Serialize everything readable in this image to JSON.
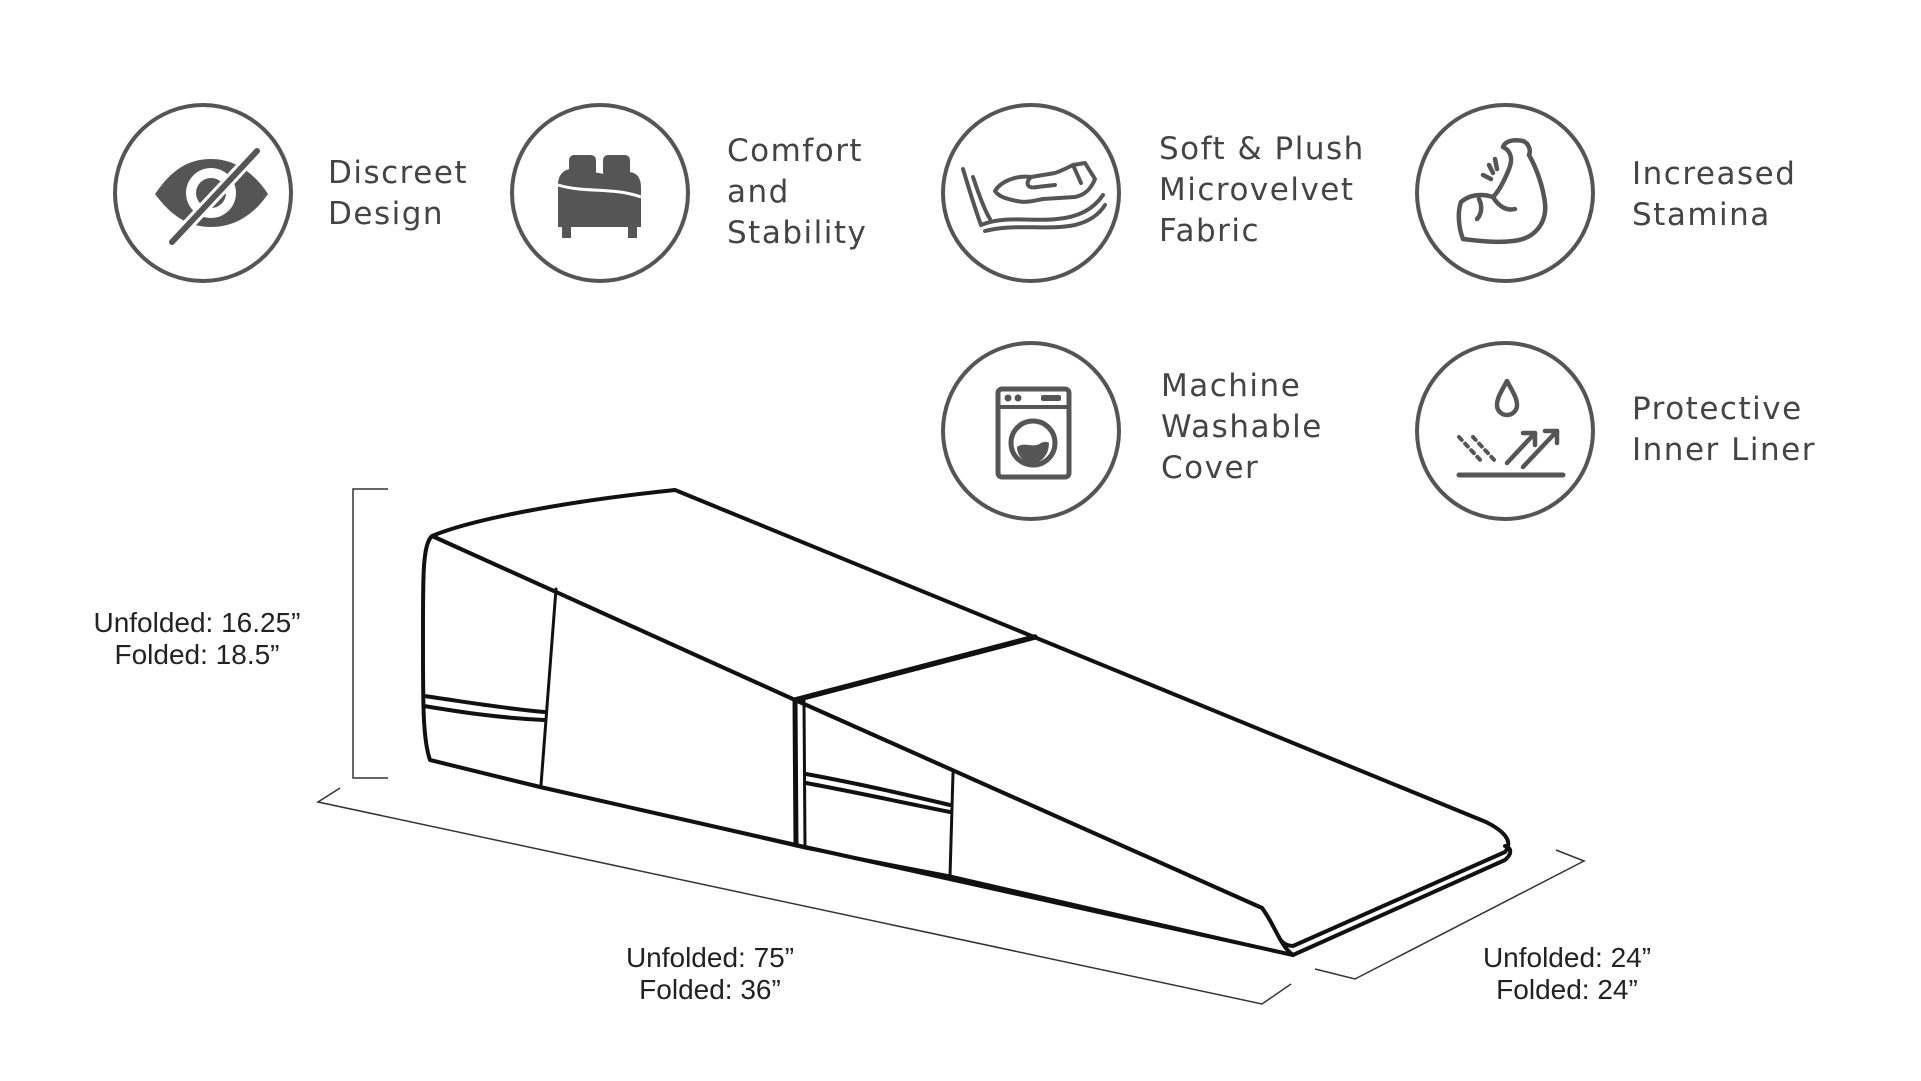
{
  "features": [
    {
      "id": "discreet-design",
      "icon": "eye-slash-icon",
      "lines": [
        "Discreet",
        "Design"
      ]
    },
    {
      "id": "comfort-stability",
      "icon": "bed-icon",
      "lines": [
        "Comfort",
        "and",
        "Stability"
      ]
    },
    {
      "id": "soft-plush",
      "icon": "hand-fabric-icon",
      "lines": [
        "Soft & Plush",
        "Microvelvet",
        "Fabric"
      ]
    },
    {
      "id": "increased-stamina",
      "icon": "flexed-arm-icon",
      "lines": [
        "Increased",
        "Stamina"
      ]
    },
    {
      "id": "machine-washable",
      "icon": "washing-machine-icon",
      "lines": [
        "Machine",
        "Washable",
        "Cover"
      ]
    },
    {
      "id": "protective-liner",
      "icon": "waterproof-layer-icon",
      "lines": [
        "Protective",
        "Inner Liner"
      ]
    }
  ],
  "dimensions": {
    "height": {
      "unfolded": "Unfolded: 16.25”",
      "folded": "Folded: 18.5”"
    },
    "length": {
      "unfolded": "Unfolded: 75”",
      "folded": "Folded: 36”"
    },
    "width": {
      "unfolded": "Unfolded: 24”",
      "folded": "Folded: 24”"
    }
  },
  "colors": {
    "icon_gray": "#555555",
    "text_gray": "#444444",
    "outline": "#111111"
  }
}
